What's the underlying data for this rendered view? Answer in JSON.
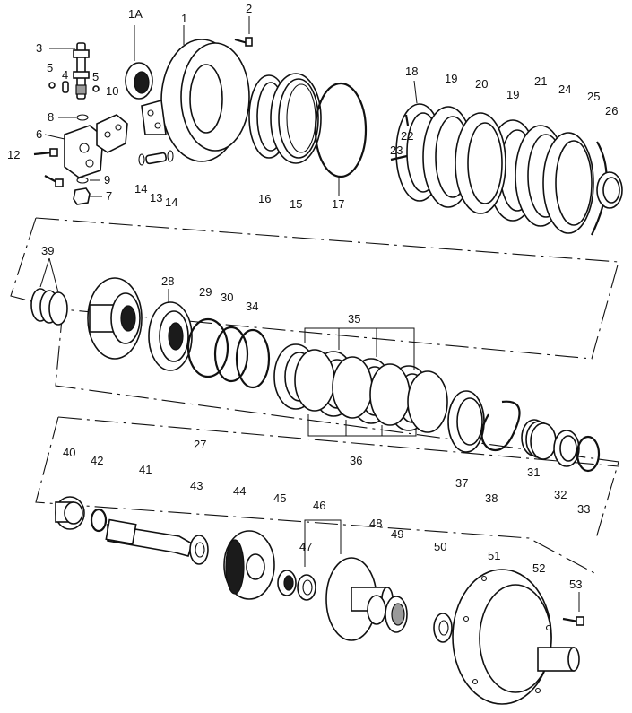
{
  "callouts": {
    "c1A": "1A",
    "c1": "1",
    "c2": "2",
    "c3": "3",
    "c4": "4",
    "c5a": "5",
    "c5b": "5",
    "c6": "6",
    "c7": "7",
    "c8": "8",
    "c9": "9",
    "c10": "10",
    "c12": "12",
    "c13": "13",
    "c14a": "14",
    "c14b": "14",
    "c15": "15",
    "c16": "16",
    "c17": "17",
    "c18": "18",
    "c19a": "19",
    "c19b": "19",
    "c20": "20",
    "c21": "21",
    "c22": "22",
    "c23": "23",
    "c24": "24",
    "c25": "25",
    "c26": "26",
    "c27": "27",
    "c28": "28",
    "c29": "29",
    "c30": "30",
    "c31": "31",
    "c32": "32",
    "c33": "33",
    "c34": "34",
    "c35": "35",
    "c36": "36",
    "c37": "37",
    "c38": "38",
    "c39": "39",
    "c40": "40",
    "c41": "41",
    "c42": "42",
    "c43": "43",
    "c44": "44",
    "c45": "45",
    "c46": "46",
    "c47": "47",
    "c48": "48",
    "c49": "49",
    "c50": "50",
    "c51": "51",
    "c52": "52",
    "c53": "53"
  }
}
